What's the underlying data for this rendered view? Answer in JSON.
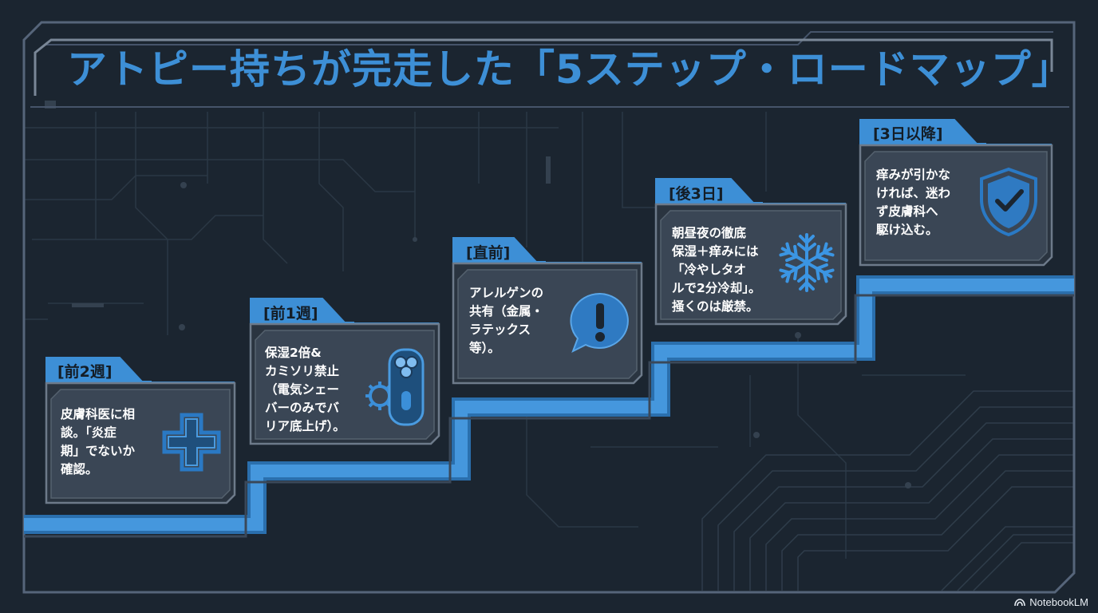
{
  "title": "アトピー持ちが完走した「5ステップ・ロードマップ」",
  "steps": [
    {
      "tab": "[前2週]",
      "lines": [
        "皮膚科医に相",
        "談。「炎症",
        "期」でないか",
        "確認。"
      ],
      "icon": "medical-cross-icon"
    },
    {
      "tab": "[前1週]",
      "lines": [
        "保湿2倍&",
        "カミソリ禁止",
        "（電気シェー",
        "バーのみでバ",
        "リア底上げ）。"
      ],
      "icon": "electric-shaver-icon"
    },
    {
      "tab": "[直前]",
      "lines": [
        "アレルゲンの",
        "共有（金属・",
        "ラテックス",
        "等）。"
      ],
      "icon": "exclamation-bubble-icon"
    },
    {
      "tab": "[後3日]",
      "lines": [
        "朝昼夜の徹底",
        "保湿＋痒みには",
        "「冷やしタオ",
        "ルで2分冷却」。",
        "掻くのは厳禁。"
      ],
      "icon": "snowflake-icon"
    },
    {
      "tab": "[3日以降]",
      "lines": [
        "痒みが引かな",
        "ければ、迷わ",
        "ず皮膚科へ",
        "駆け込む。"
      ],
      "icon": "shield-check-icon"
    }
  ],
  "brand": "NotebookLM",
  "colors": {
    "accent": "#3d8fd6",
    "background": "#1b2530",
    "card": "#3a4655"
  }
}
